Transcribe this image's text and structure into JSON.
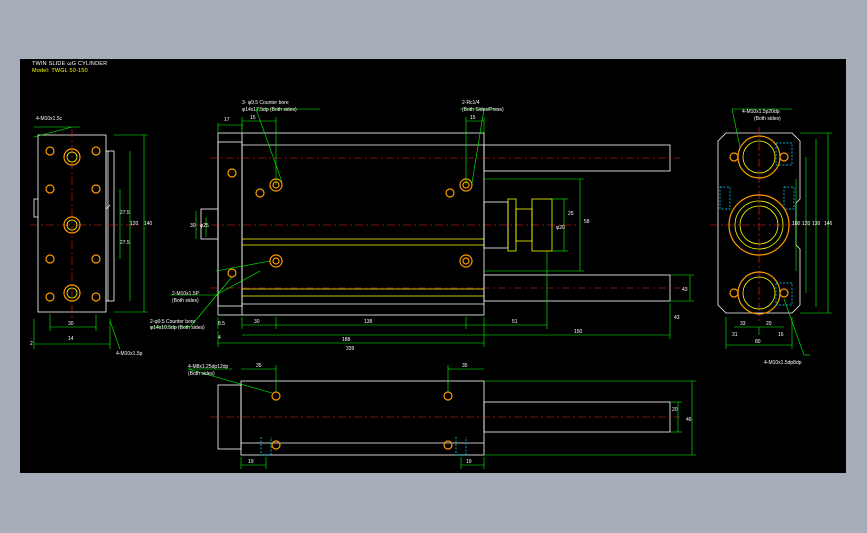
{
  "drawing": {
    "title_line1": "TWIN SLIDE ωG CYLINDER",
    "title_line2": "Model: TWGL 50-150"
  },
  "annotations": {
    "left_top_note": "4-M10x1.5c",
    "left_bottom_note": "4-M10x1.5p",
    "top_left_note1": "3- φ9.5 Counter bore",
    "top_left_note2": "φ14x17.5dp (Both sides)",
    "top_right_note1": "2-Rc1/4",
    "top_right_note2": "(Both Sides/Press)",
    "mid_left_note1": "2-M10x1.5P",
    "mid_left_note2": "(Both sides)",
    "low_left_note1": "2-φ9.5 Counter bore",
    "low_left_note2": "φ14x10.5dp (Both sides)",
    "right_top_note1": "4-M10x1.5p20dp",
    "right_top_note2": "(Both sides)",
    "right_bottom_note": "4-M10x1.5dp8dp",
    "bottom_left_note1": "4-M8x1.25dp12dp",
    "bottom_left_note2": "(Both sides)"
  },
  "dimensions": {
    "d_17": "17",
    "d_15a": "15",
    "d_15b": "15",
    "d_8_5": "8.5",
    "d_4": "4",
    "d_30a": "30",
    "d_30b": "30",
    "d_138": "138",
    "d_51": "51",
    "d_150": "150",
    "d_188": "188",
    "d_339": "339",
    "d_43a": "43",
    "d_43b": "43",
    "d_z5": "25",
    "d_58": "58",
    "d_phi20": "φ20",
    "d_phi25": "φ25",
    "left_14": "14",
    "left_30": "30",
    "left_2": "2",
    "left_27_5a": "27.5",
    "left_27_5b": "27.5",
    "left_120": "120",
    "left_140": "140",
    "right_33": "33",
    "right_20": "20",
    "right_31": "31",
    "right_80": "80",
    "right_16": "16",
    "right_100": "100",
    "right_120": "120",
    "right_130": "130",
    "right_146": "146",
    "bot_35a": "35",
    "bot_35b": "35",
    "bot_19a": "19",
    "bot_19b": "19",
    "bot_20": "20",
    "bot_46": "46"
  }
}
